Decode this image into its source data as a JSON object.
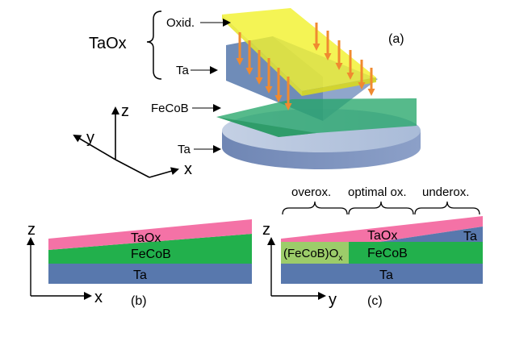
{
  "panel_a": {
    "stack_label": "TaOx",
    "oxid_label": "Oxid.",
    "ta_upper_label": "Ta",
    "fecob_label": "FeCoB",
    "ta_lower_label": "Ta",
    "tag": "(a)",
    "axis_z": "z",
    "axis_y": "y",
    "axis_x": "x"
  },
  "panel_b": {
    "taox": "TaOx",
    "fecob": "FeCoB",
    "ta": "Ta",
    "tag": "(b)",
    "axis_z": "z",
    "axis_x": "x"
  },
  "panel_c": {
    "overox": "overox.",
    "optimal": "optimal ox.",
    "underox": "underox.",
    "taox": "TaOx",
    "ta_right": "Ta",
    "fecobo_base": "(FeCoB)O",
    "fecobo_sub": "x",
    "fecob": "FeCoB",
    "ta": "Ta",
    "tag": "(c)",
    "axis_z": "z",
    "axis_y": "y"
  },
  "colors": {
    "taox_pink": "#f472a6",
    "fecob_green": "#22b04c",
    "ta_blue": "#5878ad",
    "oxid_yellow": "#f2f230",
    "arrow_orange": "#f08a30",
    "fecobo_lightgreen": "#9ccc6a"
  }
}
